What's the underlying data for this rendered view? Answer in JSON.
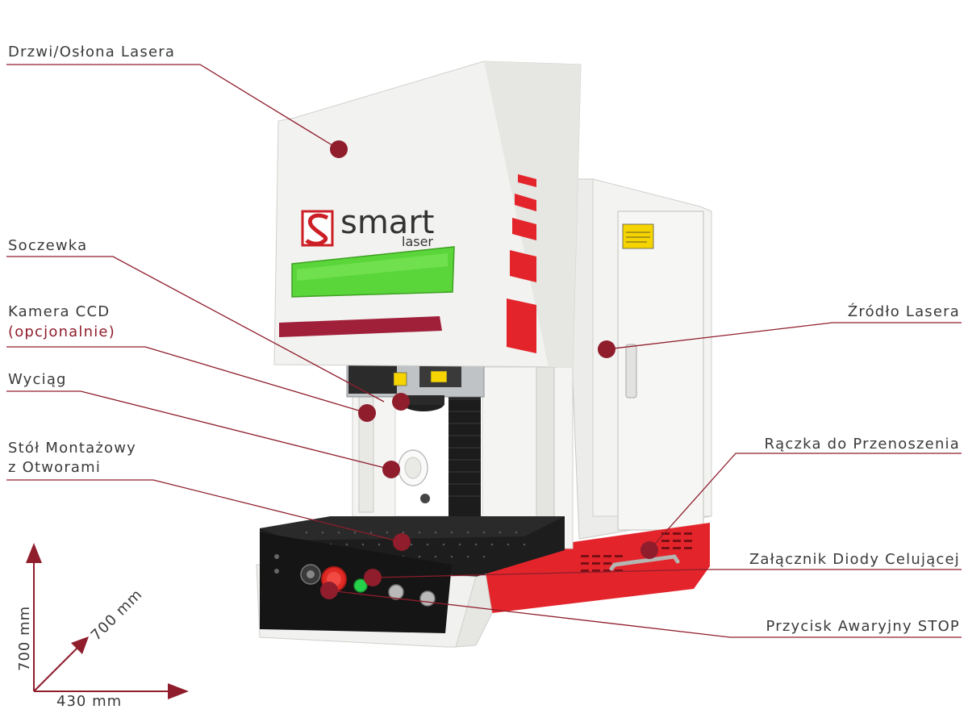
{
  "callouts": [
    {
      "id": "door",
      "text": "Drzwi/Osłona Lasera"
    },
    {
      "id": "lens",
      "text": "Soczewka"
    },
    {
      "id": "ccd",
      "text": "Kamera CCD",
      "note": "(opcjonalnie)"
    },
    {
      "id": "exhaust",
      "text": "Wyciąg"
    },
    {
      "id": "table",
      "text": "Stół Montażowy",
      "text2": "z Otworami"
    },
    {
      "id": "source",
      "text": "Źródło Lasera"
    },
    {
      "id": "handle",
      "text": "Rączka do Przenoszenia"
    },
    {
      "id": "diode",
      "text": "Załącznik Diody Celującej"
    },
    {
      "id": "stop",
      "text": "Przycisk Awaryjny STOP"
    }
  ],
  "dimensions": {
    "height": "700 mm",
    "depth": "700 mm",
    "width": "430 mm"
  },
  "logo": {
    "brand": "smart",
    "sub": "laser"
  },
  "colors": {
    "accent": "#8f1d2c",
    "red": "#e3252b",
    "green": "#5ad63a",
    "body": "#f1f1f0"
  }
}
